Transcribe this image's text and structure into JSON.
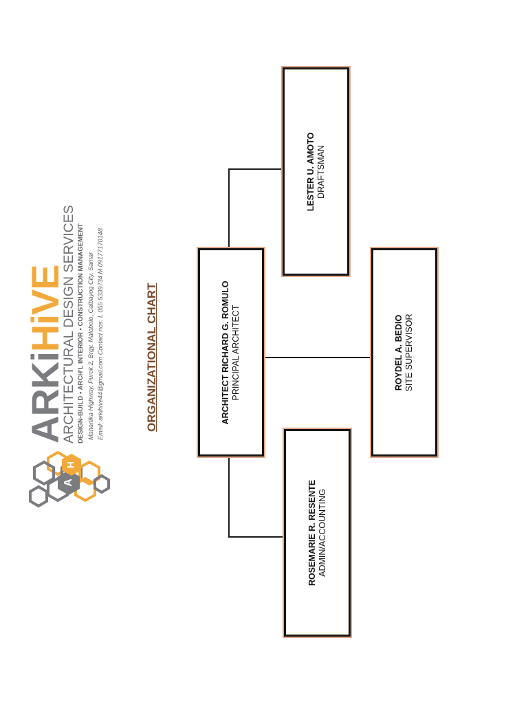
{
  "letterhead": {
    "brand_part1": "ARKi",
    "brand_part2": "HiVE",
    "services": "ARCHITECTURAL DESIGN SERVICES",
    "tagline": "DESIGN-BUILD • ARCH'L INTERIOR • CONSTRUCTION MANAGEMENT",
    "address": "Maharlika Highway, Purok 2, Brgy. Malobolo, Calbayog City, Samar",
    "contact": "Email: arkihive44@gmail.com Contact nos: L 055 5339734  M 09177170148",
    "logo_letters": [
      "A",
      "H"
    ],
    "colors": {
      "gray": "#7b7c80",
      "orange": "#f2a93b"
    }
  },
  "title": "ORGANIZATIONAL CHART",
  "org": {
    "principal": {
      "name": "ARCHITECT RICHARD G. ROMULO",
      "role": "PRINCIPAL ARCHITECT"
    },
    "draftsman": {
      "name": "LESTER U. AMOTO",
      "role": "DRAFTSMAN"
    },
    "site_supervisor": {
      "name": "ROYDEL A. BEDIO",
      "role": "SITE SUPERVISOR"
    },
    "admin": {
      "name": "ROSEMARIE R. RESENTE",
      "role": "ADMIN/ACCOUNTING"
    }
  },
  "colors": {
    "box_border": "#151515",
    "box_glow": "#e3a889",
    "title": "#7a4a2c"
  }
}
